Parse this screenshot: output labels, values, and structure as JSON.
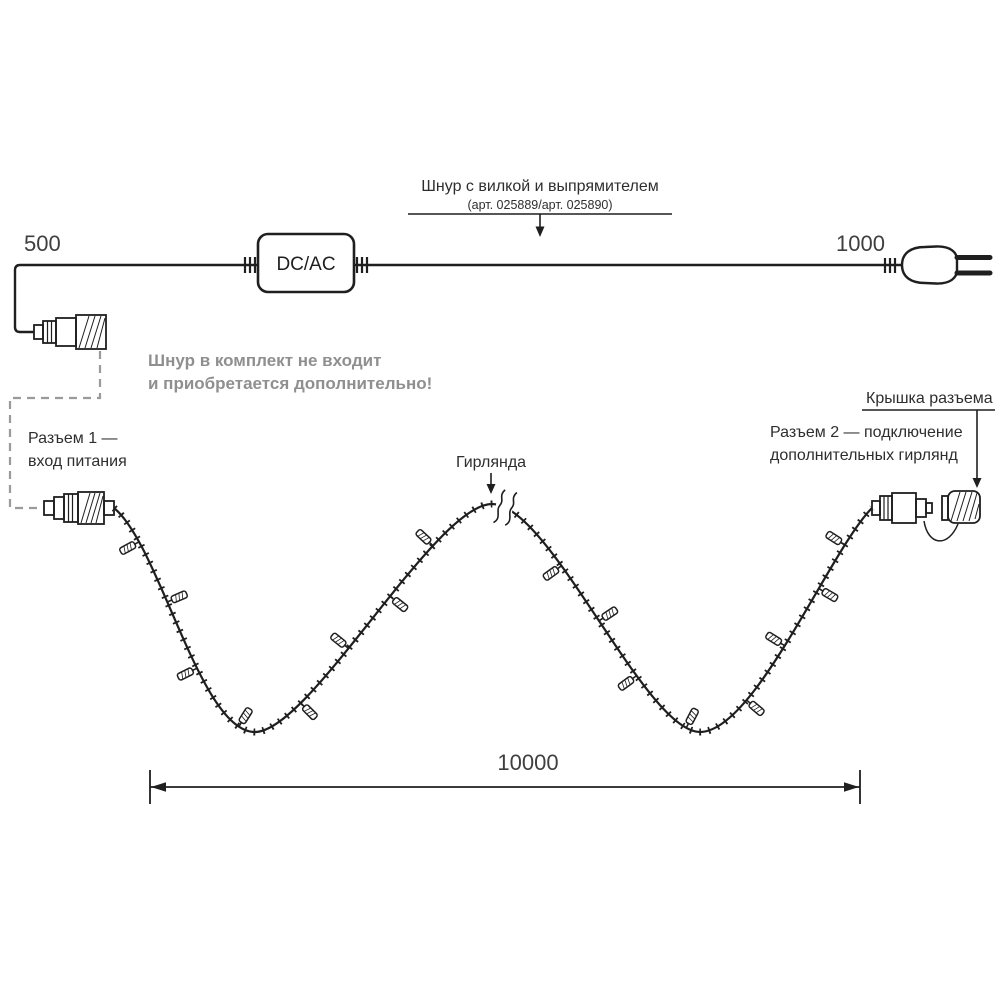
{
  "colors": {
    "line": "#1f1f1f",
    "label_text": "#2e2e2e",
    "muted_text": "#8f8f8f",
    "dimension_text": "#3f3f3f",
    "dashed_line": "#9a9a9a",
    "background": "#ffffff"
  },
  "top": {
    "left_length": "500",
    "right_length": "1000",
    "converter": "DC/AC",
    "cord_title": "Шнур с вилкой и выпрямителем",
    "cord_subtitle": "(арт. 025889/арт. 025890)"
  },
  "notice": {
    "line1": "Шнур в комплект не входит",
    "line2": "и приобретается дополнительно!"
  },
  "labels": {
    "connector1_line1": "Разъем 1 —",
    "connector1_line2": "вход питания",
    "garland": "Гирлянда",
    "connector2_line1": "Разъем 2 — подключение",
    "connector2_line2": "дополнительных гирлянд",
    "cap": "Крышка разъема"
  },
  "dimension": {
    "total_length": "10000"
  }
}
